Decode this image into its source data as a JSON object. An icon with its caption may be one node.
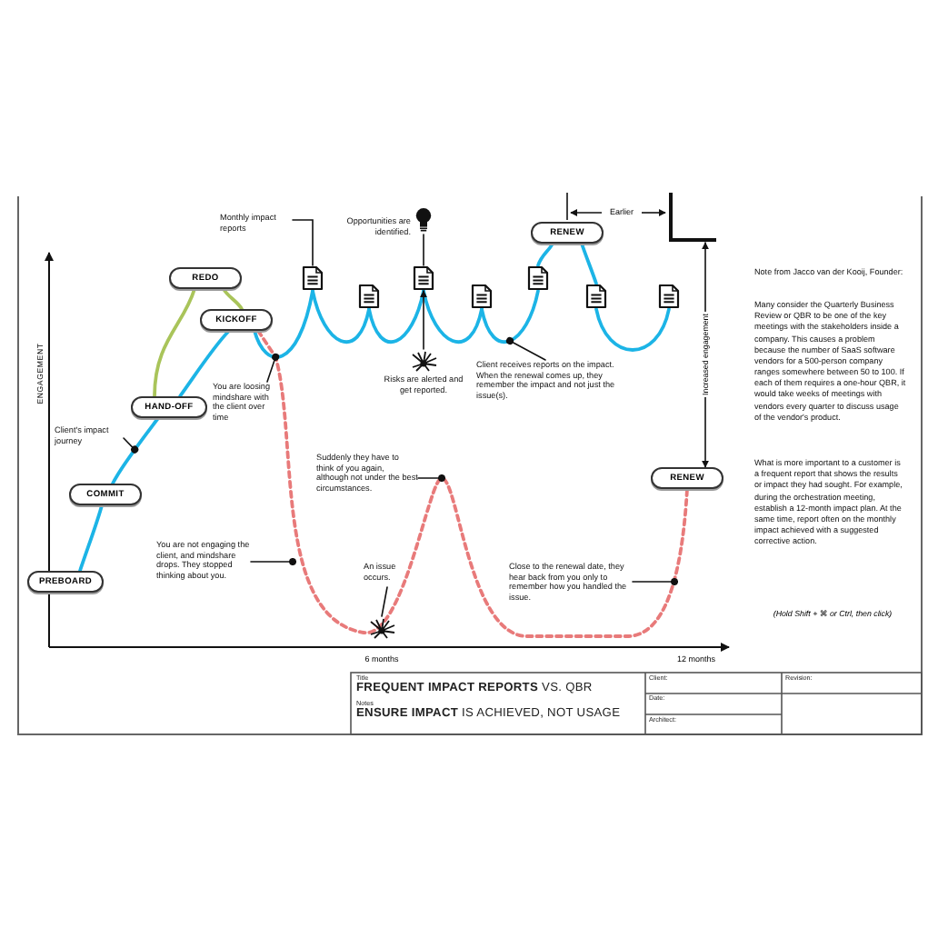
{
  "diagram": {
    "title": "**FREQUENT IMPACT REPORTS** VS. QBR",
    "nodes": [
      {
        "text": [
          "PREBOARD"
        ]
      },
      {
        "text": [
          "COMMIT"
        ]
      },
      {
        "text": [
          "HAND-OFF"
        ]
      },
      {
        "text": [
          "REDO"
        ]
      },
      {
        "text": [
          "KICKOFF"
        ]
      },
      {
        "text": [],
        "shape": "document"
      },
      {
        "text": [],
        "shape": "document"
      },
      {
        "text": [],
        "shape": "document"
      },
      {
        "text": [],
        "shape": "document"
      },
      {
        "text": [],
        "shape": "document"
      },
      {
        "text": [],
        "shape": "document"
      },
      {
        "text": [],
        "shape": "document"
      },
      {
        "text": [
          "RENEW"
        ]
      },
      {
        "text": [
          "RENEW"
        ]
      },
      {
        "text": [
          "Client's impact journey"
        ]
      },
      {
        "text": [
          "Monthly impact reports"
        ]
      },
      {
        "text": [],
        "shape": "lightbulb",
        "beside": [
          "Opportunities are identified."
        ]
      },
      {
        "text": [],
        "shape": "burst",
        "beside": [
          "Risks are alerted and get reported."
        ]
      },
      {
        "text": [
          "You are loosing mindshare with the client over time"
        ]
      },
      {
        "text": [
          "Client receives reports on the impact. When the renewal comes up, they remember the impact and not just the issue(s)."
        ]
      },
      {
        "text": [
          "You are not engaging the client, and mindshare drops. They stopped thinking about you."
        ]
      },
      {
        "text": [
          "Suddenly they have to think of you again, although not under the best circumstances."
        ]
      },
      {
        "text": [
          "An issue occurs."
        ]
      },
      {
        "text": [],
        "shape": "burst"
      },
      {
        "text": [
          "Close to the renewal date, they hear back from you only to remember how you handled the issue."
        ]
      },
      {
        "text": [],
        "shape": "corner"
      }
    ],
    "edges": [
      {
        "from": 0,
        "to": 1,
        "arrow": "none"
      },
      {
        "from": 1,
        "to": 2,
        "arrow": "none"
      },
      {
        "from": 2,
        "to": 4,
        "arrow": "none"
      },
      {
        "from": 4,
        "to": 5,
        "arrow": "none"
      },
      {
        "from": 5,
        "to": 6,
        "arrow": "none"
      },
      {
        "from": 6,
        "to": 7,
        "arrow": "none"
      },
      {
        "from": 7,
        "to": 8,
        "arrow": "none"
      },
      {
        "from": 8,
        "to": 9,
        "arrow": "none"
      },
      {
        "from": 9,
        "to": 12,
        "arrow": "none"
      },
      {
        "from": 12,
        "to": 10,
        "arrow": "none"
      },
      {
        "from": 10,
        "to": 11,
        "arrow": "none"
      },
      {
        "from": 2,
        "to": 3,
        "arrow": "none",
        "color": "#a9c45a"
      },
      {
        "from": 3,
        "to": 4,
        "arrow": "none",
        "color": "#a9c45a"
      },
      {
        "from": 4,
        "to": 13,
        "arrow": "none",
        "style": "dashed",
        "color": "#e87a7a"
      },
      {
        "from": 13,
        "to": 25,
        "arrow": "both",
        "label": "Increased engagement",
        "color": "#111111"
      },
      {
        "from": 14,
        "to": null,
        "arrow": "other",
        "color": "#111111"
      },
      {
        "from": 15,
        "to": 5,
        "arrow": "none",
        "color": "#111111"
      },
      {
        "from": 16,
        "to": 7,
        "arrow": "none",
        "color": "#111111"
      },
      {
        "from": 17,
        "to": 7,
        "arrow": "to",
        "color": "#111111"
      },
      {
        "from": 18,
        "to": null,
        "arrow": "other",
        "color": "#111111"
      },
      {
        "from": 19,
        "to": null,
        "arrow": "other",
        "color": "#111111"
      },
      {
        "from": 20,
        "to": null,
        "arrow": "other",
        "color": "#111111"
      },
      {
        "from": 21,
        "to": null,
        "arrow": "other",
        "color": "#111111"
      },
      {
        "from": 22,
        "to": 23,
        "arrow": "none",
        "color": "#111111"
      },
      {
        "from": 24,
        "to": null,
        "arrow": "other",
        "color": "#111111"
      }
    ],
    "labels": [
      "Earlier",
      "ENGAGEMENT",
      "6 months",
      "12 months",
      "Note from Jacco van der Kooij, Founder:",
      "Many consider the Quarterly Business Review or QBR to be one of the key meetings with the stakeholders inside a company. This causes a problem because the number of SaaS software vendors for a 500-person company ranges somewhere between 50 to 100. If each of them requires a one-hour QBR, it would take weeks of meetings with vendors every quarter to discuss usage of the vendor's product.",
      "What is more important to a customer is a frequent report that shows the results or impact they had sought. For example, during the orchestration meeting, establish a 12-month impact plan. At the same time, report often on the monthly impact achieved with a suggested corrective action.",
      "(Hold Shift + ⌘ or Ctrl, then click)",
      "Title",
      "Notes",
      "**ENSURE IMPACT** IS ACHIEVED, NOT USAGE",
      "Client:",
      "Date:",
      "Architect:",
      "Revision:"
    ]
  }
}
